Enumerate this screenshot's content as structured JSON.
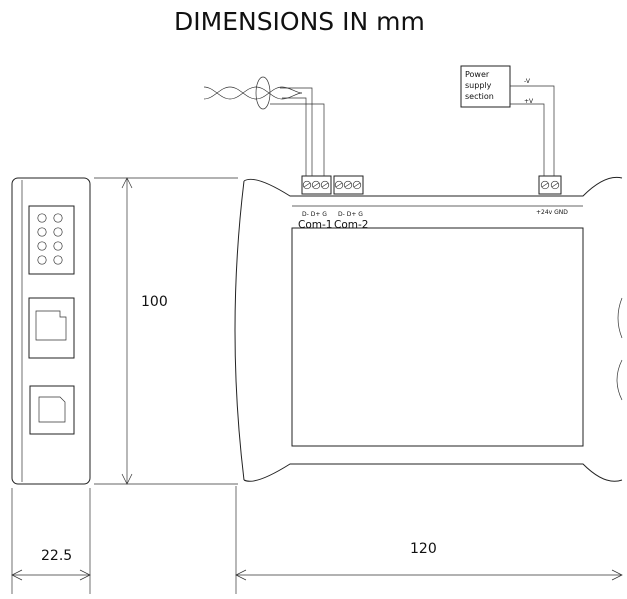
{
  "title": "DIMENSIONS IN mm",
  "dimensions": {
    "height": "100",
    "width_front": "22.5",
    "width_side": "120"
  },
  "power_supply": {
    "label_lines": [
      "Power",
      "supply",
      "section"
    ],
    "neg_label": "-V",
    "pos_label": "+V"
  },
  "ports": {
    "com1_pins": "D- D+ G",
    "com2_pins": "D- D+ G",
    "com1_label": "Com-1",
    "com2_label": "Com-2",
    "power_pins": "+24v GND"
  }
}
